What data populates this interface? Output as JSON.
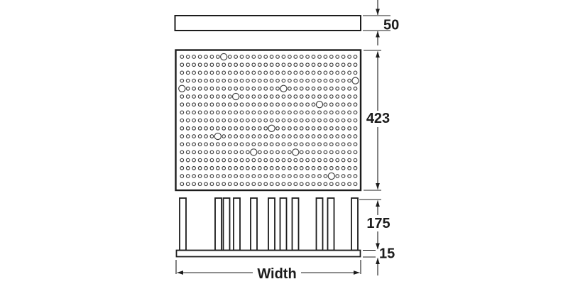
{
  "drawing": {
    "dimensions": {
      "top_rail_thickness": "50",
      "panel_length": "423",
      "peg_height": "175",
      "base_thickness": "15",
      "width_label": "Width"
    },
    "colors": {
      "line": "#1c1c1c",
      "hole": "#3d3d3d",
      "background": "#ffffff"
    },
    "pegboard": {
      "rows": 17,
      "cols": 30,
      "large_holes": [
        [
          0,
          7
        ],
        [
          3,
          29
        ],
        [
          4,
          0
        ],
        [
          4,
          17
        ],
        [
          5,
          9
        ],
        [
          6,
          23
        ],
        [
          9,
          15
        ],
        [
          10,
          6
        ],
        [
          12,
          12
        ],
        [
          12,
          19
        ],
        [
          15,
          25
        ]
      ]
    },
    "pegs": {
      "count": 11,
      "x_positions": [
        253,
        303,
        314.5,
        329,
        353,
        378,
        394.5,
        411.5,
        445.5,
        461.5,
        495
      ],
      "width": 9
    }
  }
}
